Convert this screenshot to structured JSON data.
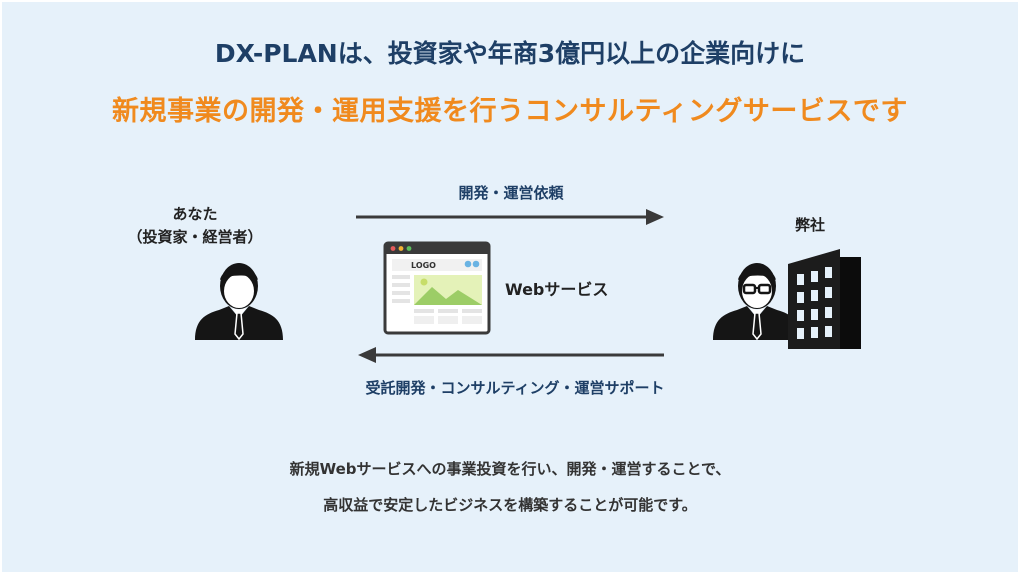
{
  "headline": {
    "line1": "DX-PLANは、投資家や年商3億円以上の企業向けに",
    "line2": "新規事業の開発・運用支援を行うコンサルティングサービスです"
  },
  "you": {
    "name": "あなた",
    "role": "（投資家・経営者）"
  },
  "company": {
    "name": "弊社"
  },
  "flows": {
    "request": "開発・運営依頼",
    "service": "受託開発・コンサルティング・運営サポート"
  },
  "web_service": {
    "label": "Webサービス",
    "logo_text": "LOGO"
  },
  "footer": {
    "line1": "新規Webサービスへの事業投資を行い、開発・運営することで、",
    "line2": "高収益で安定したビジネスを構築することが可能です。"
  },
  "colors": {
    "background": "#e6f1fa",
    "headline_navy": "#1e3f66",
    "headline_orange": "#f08a1e",
    "arrow": "#3a3a3a"
  }
}
